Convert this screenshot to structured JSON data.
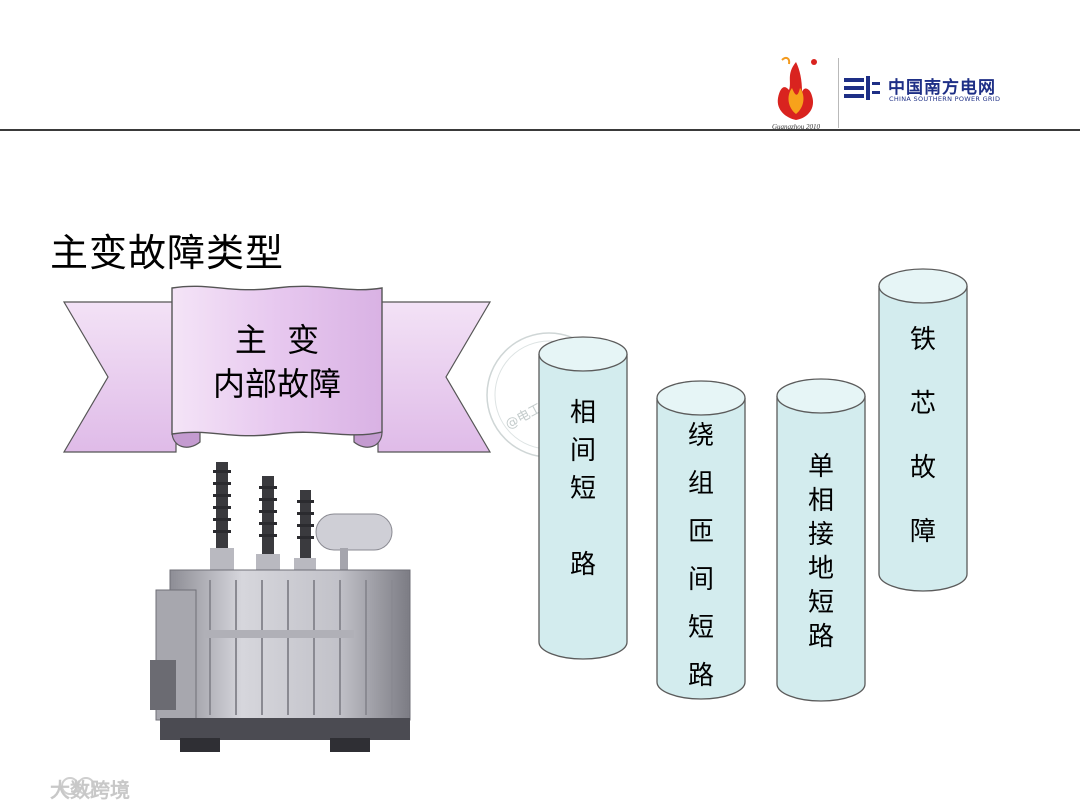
{
  "header": {
    "grid_name_cn": "中国南方电网",
    "grid_name_en": "CHINA SOUTHERN POWER GRID",
    "games_logo_text": "Guangzhou 2010"
  },
  "slide": {
    "title": "主变故障类型",
    "banner_line1": "主  变",
    "banner_line2": "内部故障"
  },
  "fault_types": [
    {
      "label": "相\n间\n短\n\n路"
    },
    {
      "label": "绕\n组\n匝\n间\n短\n路"
    },
    {
      "label": "单\n相\n接\n地\n短\n路"
    },
    {
      "label": "铁\n\n芯\n\n故\n\n障"
    }
  ],
  "watermarks": {
    "stamp_text": "@电工电气技术圈",
    "corner_text": "大数跨境"
  },
  "colors": {
    "banner_fill": "#e7c8ef",
    "cylinder_fill": "#d3ecee",
    "header_line": "#3a3a3a",
    "grid_blue": "#1e2f86"
  }
}
